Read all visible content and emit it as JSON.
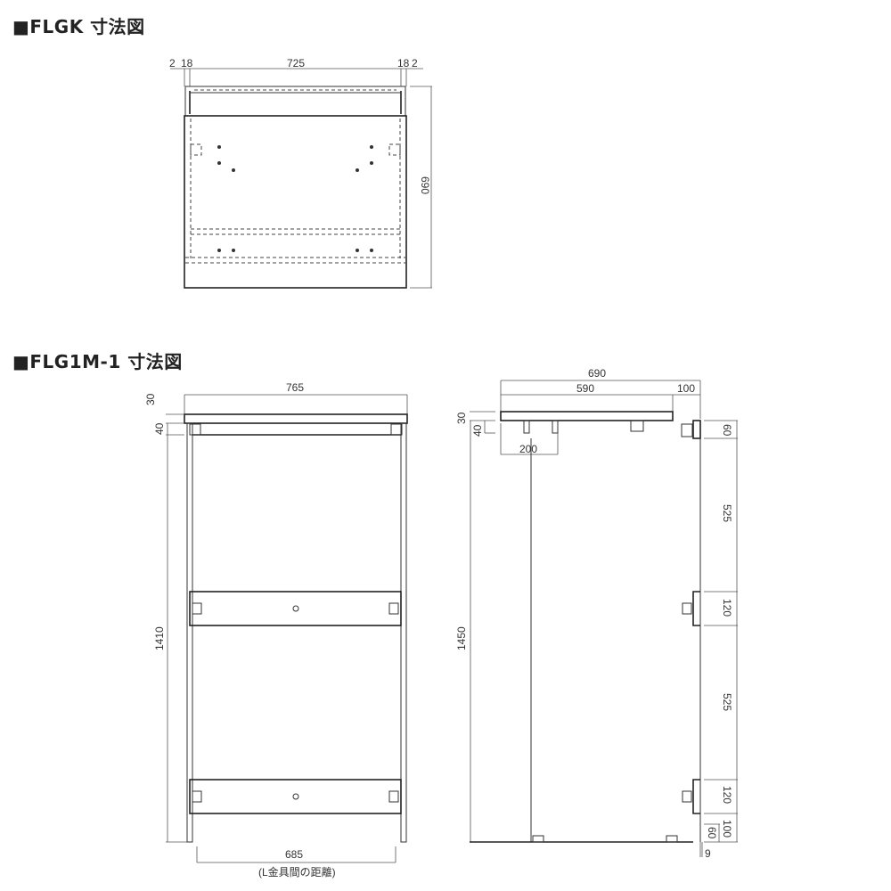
{
  "sections": [
    {
      "title": "■FLGK 寸法図",
      "dims": {
        "left_gap": "2",
        "left_panel": "18",
        "inner_width": "725",
        "right_panel": "18",
        "right_gap": "2",
        "height": "690"
      }
    },
    {
      "title": "■FLG1M-1 寸法図",
      "front": {
        "width": "765",
        "top_board": "30",
        "top_bracket": "40",
        "height": "1410",
        "bracket_distance": "685",
        "bracket_note": "(L金具間の距離)"
      },
      "side": {
        "depth": "690",
        "board_depth": "590",
        "overhang": "100",
        "top_board": "30",
        "leg": "40",
        "leg_spacing": "200",
        "height": "1450",
        "right_dims": [
          "60",
          "525",
          "120",
          "525",
          "120",
          "100"
        ],
        "bottom_bracket": "60",
        "floor_gap": "9"
      }
    }
  ]
}
